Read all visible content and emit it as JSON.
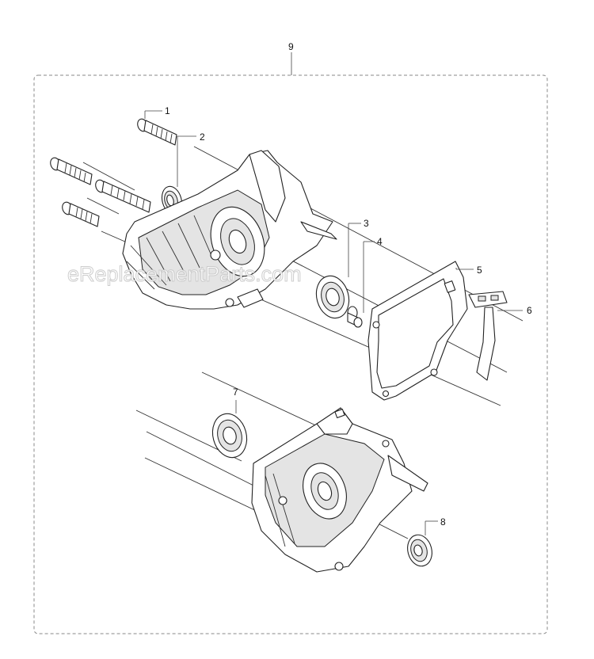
{
  "diagram": {
    "watermark": "eReplacementParts.com",
    "callouts": {
      "c1": "1",
      "c2": "2",
      "c3": "3",
      "c4": "4",
      "c5": "5",
      "c6": "6",
      "c7": "7",
      "c8": "8",
      "c9": "9"
    }
  }
}
